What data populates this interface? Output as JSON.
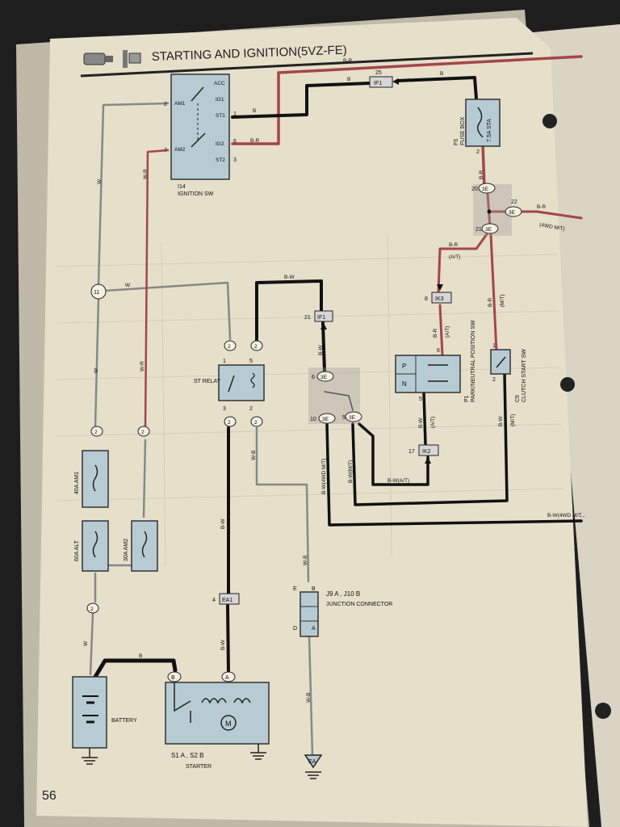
{
  "page": {
    "title": "STARTING AND IGNITION(5VZ-FE)",
    "page_number": "56"
  },
  "ignition_switch": {
    "code": "I14",
    "name": "IGNITION SW",
    "terminals": [
      "ACC",
      "IG1",
      "ST1",
      "AM1",
      "AM2",
      "IG2",
      "ST2"
    ],
    "pins": [
      "2",
      "1",
      "7",
      "6",
      "3"
    ]
  },
  "fuse_box": {
    "code": "F5",
    "name": "FUSE BOX",
    "fuse": "7.5A STA",
    "pins": [
      "1",
      "2"
    ]
  },
  "connectors": {
    "if1": "IF1",
    "if1_pin_top": "25",
    "if1_pin_mid": "21",
    "ik3": "IK3",
    "ik3_pin": "8",
    "ik2": "IK2",
    "ik2_pin": "17",
    "ea1": "EA1",
    "ea1_pin": "4",
    "j3e": "3E",
    "j3e_pins": [
      "20",
      "22",
      "21",
      "6",
      "10",
      "5"
    ],
    "j11": "11",
    "j2": "2"
  },
  "st_relay": {
    "name": "ST RELAY",
    "pins": [
      "1",
      "3",
      "5",
      "2"
    ]
  },
  "park_neutral": {
    "code": "P1",
    "name": "PARK/NEUTRAL POSITION SW",
    "positions": [
      "P",
      "N"
    ],
    "pins": [
      "6",
      "5"
    ]
  },
  "clutch_start": {
    "code": "C9",
    "name": "CLUTCH START SW",
    "pins": [
      "1",
      "2"
    ]
  },
  "fuses": {
    "am1": "40A AM1",
    "alt": "60A ALT",
    "am2": "30A AM2"
  },
  "battery": {
    "name": "BATTERY"
  },
  "starter": {
    "label": "S1 A , S2 B",
    "name": "STARTER",
    "motor": "M",
    "pin_b": "B",
    "pin_a": "A"
  },
  "junction": {
    "label": "J9 A , J10 B",
    "name": "JUNCTION CONNECTOR",
    "pins": [
      "E",
      "B",
      "D",
      "A"
    ]
  },
  "ground": {
    "name": "EA"
  },
  "wire_labels": {
    "br": "B-R",
    "b": "B",
    "w": "W",
    "wr": "W-R",
    "bw": "B-W",
    "wb": "W-B",
    "at": "(A/T)",
    "mt": "(M/T)",
    "bw_at": "B-W(A/T)",
    "bw_mt": "B-W(M/T)",
    "bw_4wd": "B-W(4WD M/T)",
    "bw_4wd_mt": "B-W(4WD M/T...",
    "to_4wd": "(4WD M/T)"
  },
  "colors": {
    "paper": "#e6dfca",
    "component_fill": "#b7cbd3",
    "wire_red": "#a3464a",
    "wire_dark": "#111111"
  }
}
